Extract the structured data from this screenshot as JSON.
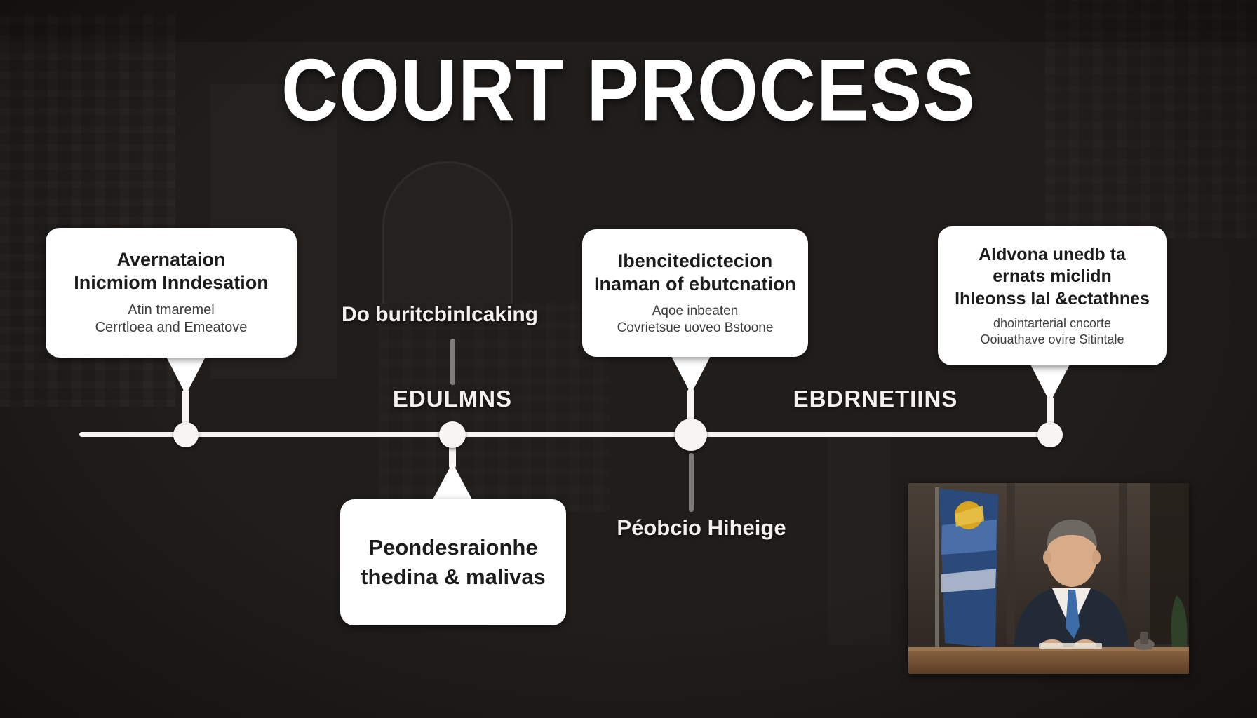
{
  "main_title": "COURT PROCESS",
  "colors": {
    "background": "#201d1b",
    "callout_background": "#ffffff",
    "callout_title_text": "#1d1c1c",
    "callout_subtitle_text": "#3f3e3d",
    "timeline_white": "#f7f5f1",
    "label_text": "#f3f1ee",
    "gray_connector": "#7d7c7a"
  },
  "timeline": {
    "stage_labels": {
      "debut": "Do buritcbinlcaking",
      "edulmns": "EDULMNS",
      "ebdrnetiins": "EBDRNETIINS",
      "peobcio": "Péobcio Hiheige"
    },
    "callouts": {
      "top_left": {
        "title": [
          "Avernataion",
          "Inicmiom Inndesation"
        ],
        "subtitle": [
          "Atin tmaremel",
          "Cerrtloea and Emeatove"
        ]
      },
      "top_center": {
        "title": [
          "Ibencitedictecion",
          "Inaman of ebutcnation"
        ],
        "subtitle": [
          "Aqoe inbeaten",
          "Covrietsue uoveo Bstoone"
        ]
      },
      "top_right": {
        "title": [
          "Aldvona unedb ta",
          "ernats miclidn",
          "Ihleonss lal &ectathnes"
        ],
        "subtitle": [
          "dhointarterial cncorte",
          "Ooiuathave ovire Sitintale"
        ]
      },
      "bottom": {
        "title": [
          "Peondesraionhe",
          "thedina & malivas"
        ]
      }
    }
  },
  "photo": {
    "semantic": "official-in-suit-at-desk-with-flag"
  }
}
